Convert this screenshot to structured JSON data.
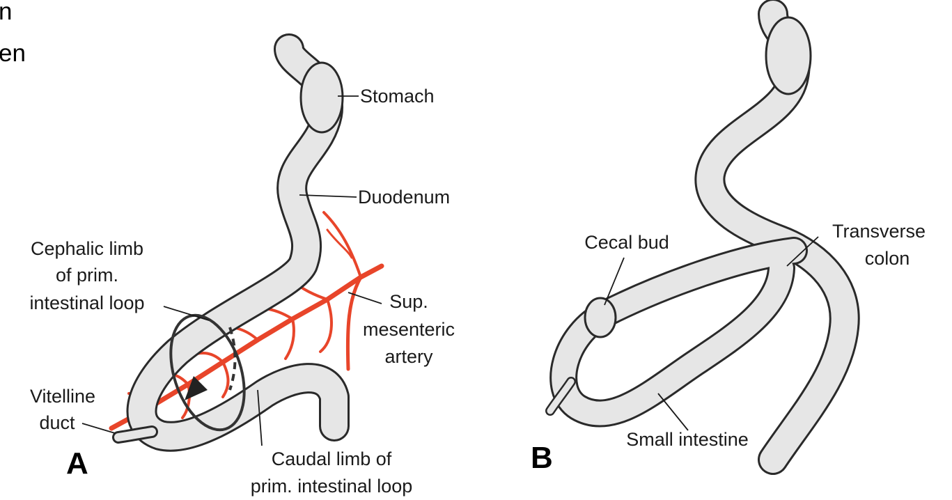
{
  "clipped_text": {
    "line1": "n",
    "line2": "en"
  },
  "panel_a": {
    "letter": "A",
    "labels": {
      "stomach": "Stomach",
      "duodenum": "Duodenum",
      "cephalic_line1": "Cephalic limb",
      "cephalic_line2": "of prim.",
      "cephalic_line3": "intestinal loop",
      "sup_line1": "Sup.",
      "sup_line2": "mesenteric",
      "sup_line3": "artery",
      "vitelline_line1": "Vitelline",
      "vitelline_line2": "duct",
      "caudal_line1": "Caudal limb of",
      "caudal_line2": "prim. intestinal loop"
    }
  },
  "panel_b": {
    "letter": "B",
    "labels": {
      "cecal_bud": "Cecal bud",
      "transverse_line1": "Transverse",
      "transverse_line2": "colon",
      "small_intestine": "Small intestine"
    }
  },
  "colors": {
    "artery": "#e8452a",
    "outline": "#2a2a2a",
    "gut_fill": "#e6e6e6"
  }
}
